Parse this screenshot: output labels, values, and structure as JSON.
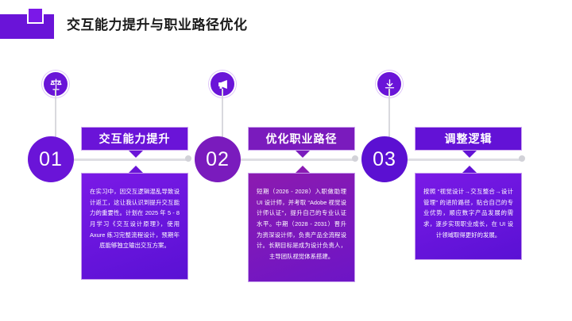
{
  "header": {
    "title": "交互能力提升与职业路径优化",
    "mark_icon": "decorative-square-mark"
  },
  "stages": [
    {
      "number": "01",
      "icon": "scales-balance-icon",
      "title": "交互能力提升",
      "body": "在实习中，因交互逻辑混乱导致设计返工，这让我认识到提升交互能力的重要性。计划在 2025 年 5 - 8 月学习《交互设计原理》，使用 Axure 练习完整流程设计，预期年底能够独立输出交互方案。"
    },
    {
      "number": "02",
      "icon": "megaphone-icon",
      "title": "优化职业路径",
      "body": "短期（2026 - 2028）入职做助理 UI 设计师，并考取 “Adobe 视觉设计师认证”，提升自己的专业认证水平。中期（2028 - 2031）晋升为资深设计师，负责产品全流程设计。长期目标是成为设计负责人，主导团队视觉体系搭建。"
    },
    {
      "number": "03",
      "icon": "download-arrow-icon",
      "title": "调整逻辑",
      "body": "按照 “视觉设计→交互整合→设计管理” 的进阶路径，贴合自己的专业优势，顺应数字产品发展的需求，逐步实现职业成长，在 UI 设计领域取得更好的发展。"
    }
  ],
  "colors": {
    "brand_purple": "#6a14d8",
    "magenta_purple": "#7a1bbd",
    "rail_gray": "#dedee3",
    "title_text": "#1b1b1b"
  }
}
